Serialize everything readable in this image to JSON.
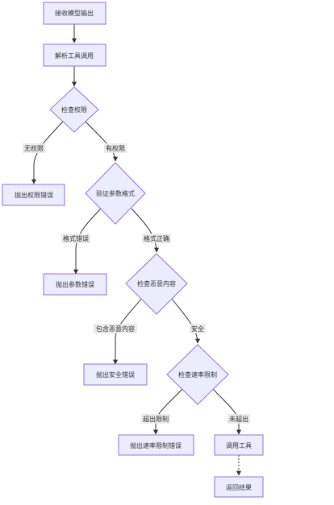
{
  "nodes": {
    "receive": "接收模型输出",
    "parse": "解析工具调用",
    "check_perm": "检查权限",
    "perm_error": "抛出权限错误",
    "validate": "验证参数格式",
    "param_error": "抛出参数错误",
    "check_malicious": "检查恶意内容",
    "security_error": "抛出安全错误",
    "check_rate": "检查速率限制",
    "rate_error": "抛出速率限制错误",
    "call_tool": "调用工具",
    "return_result": "返回结果"
  },
  "edge_labels": {
    "no_perm": "无权限",
    "has_perm": "有权限",
    "format_error": "格式错误",
    "format_ok": "格式正确",
    "has_malicious": "包含恶意内容",
    "safe": "安全",
    "over_limit": "超出限制",
    "not_over": "未超出"
  },
  "colors": {
    "node_fill": "#ECECFF",
    "node_stroke": "#9370DB",
    "edge": "#333333",
    "label_bg": "#E8E8E8"
  }
}
